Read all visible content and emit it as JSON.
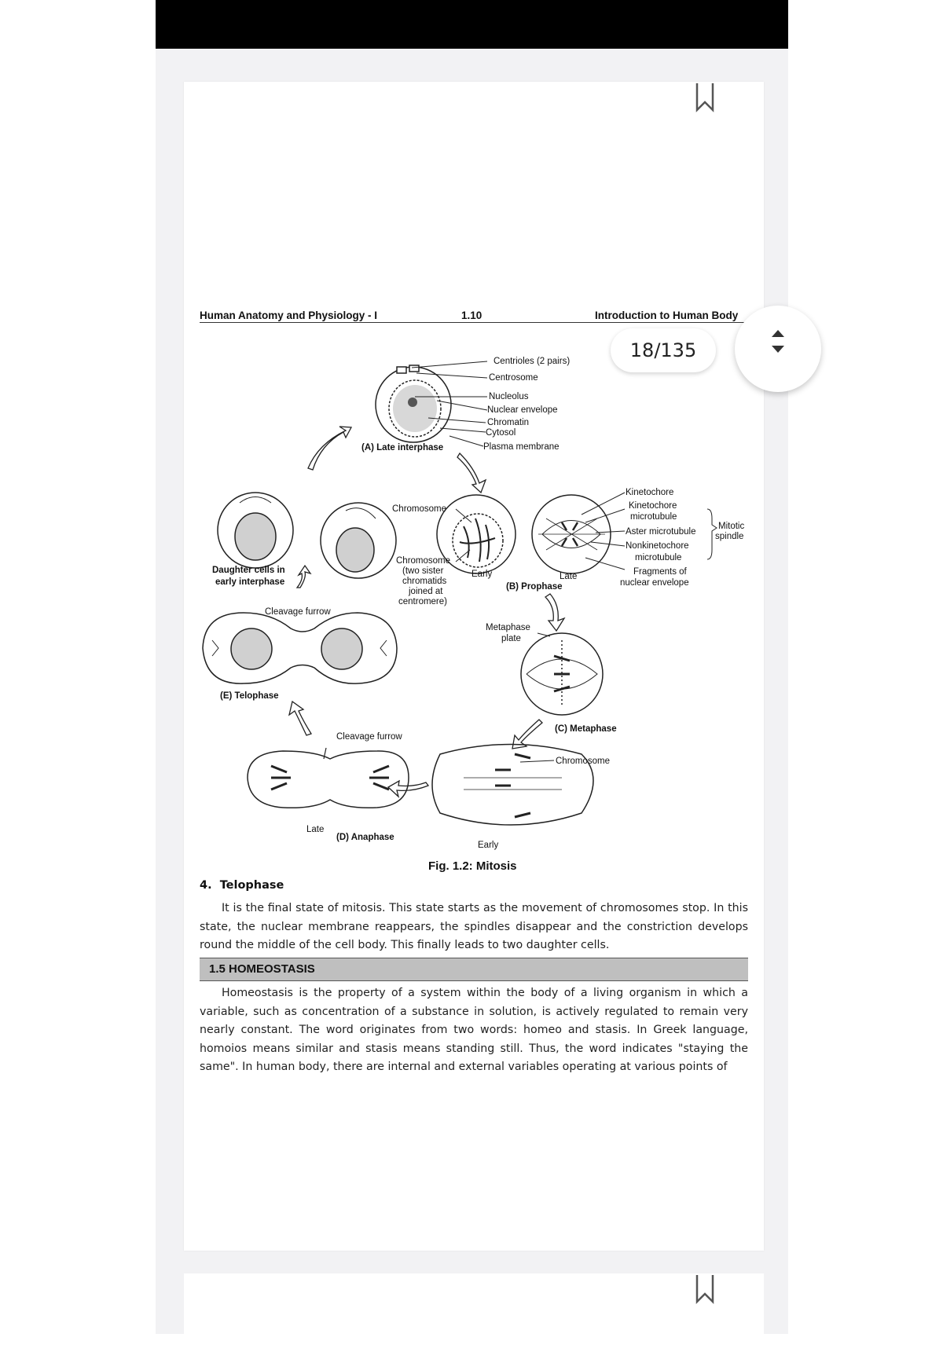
{
  "viewer": {
    "page_indicator": "18/135"
  },
  "header": {
    "left": "Human Anatomy and Physiology - I",
    "center": "1.10",
    "right": "Introduction to Human Body"
  },
  "figure": {
    "labels": {
      "centrioles": "Centrioles (2 pairs)",
      "centrosome": "Centrosome",
      "nucleolus": "Nucleolus",
      "nuclear_envelope": "Nuclear envelope",
      "chromatin": "Chromatin",
      "cytosol": "Cytosol",
      "plasma_membrane": "Plasma membrane",
      "late_interphase": "(A) Late interphase",
      "kinetochore": "Kinetochore",
      "kinetochore_microtubule_1": "Kinetochore",
      "kinetochore_microtubule_2": "microtubule",
      "aster_microtubule": "Aster microtubule",
      "nonkinetochore_1": "Nonkinetochore",
      "nonkinetochore_2": "microtubule",
      "mitotic_spindle_1": "Mitotic",
      "mitotic_spindle_2": "spindle",
      "fragments_1": "Fragments of",
      "fragments_2": "nuclear envelope",
      "chromosome_top": "Chromosome",
      "chromosome_desc_1": "Chromosome",
      "chromosome_desc_2": "(two sister",
      "chromosome_desc_3": "chromatids",
      "chromosome_desc_4": "joined at",
      "chromosome_desc_5": "centromere)",
      "early_b": "Early",
      "late_b": "Late",
      "prophase": "(B) Prophase",
      "daughter_1": "Daughter cells in",
      "daughter_2": "early interphase",
      "cleavage_furrow_top": "Cleavage furrow",
      "metaphase_plate_1": "Metaphase",
      "metaphase_plate_2": "plate",
      "telophase": "(E) Telophase",
      "metaphase": "(C) Metaphase",
      "cleavage_furrow_bottom": "Cleavage furrow",
      "chromosome_c": "Chromosome",
      "late_d": "Late",
      "anaphase": "(D) Anaphase",
      "early_d": "Early"
    },
    "caption": "Fig. 1.2: Mitosis"
  },
  "telophase": {
    "heading": "4.  Telophase",
    "text": "It is the final state of mitosis. This state starts as the movement of chromosomes stop. In this state, the nuclear membrane reappears, the spindles disappear and the constriction develops round the middle of the cell body. This finally leads to two daughter cells."
  },
  "section": {
    "title": "1.5 HOMEOSTASIS",
    "text": "Homeostasis is the property of a system within the body of a living organism in which a variable, such as concentration of a substance in solution, is actively regulated to remain very nearly constant. The word originates from two words: homeo and stasis. In Greek language, homoios means similar and stasis means standing still. Thus, the word indicates \"staying the same\". In human body, there are internal and external variables operating at various points of"
  }
}
